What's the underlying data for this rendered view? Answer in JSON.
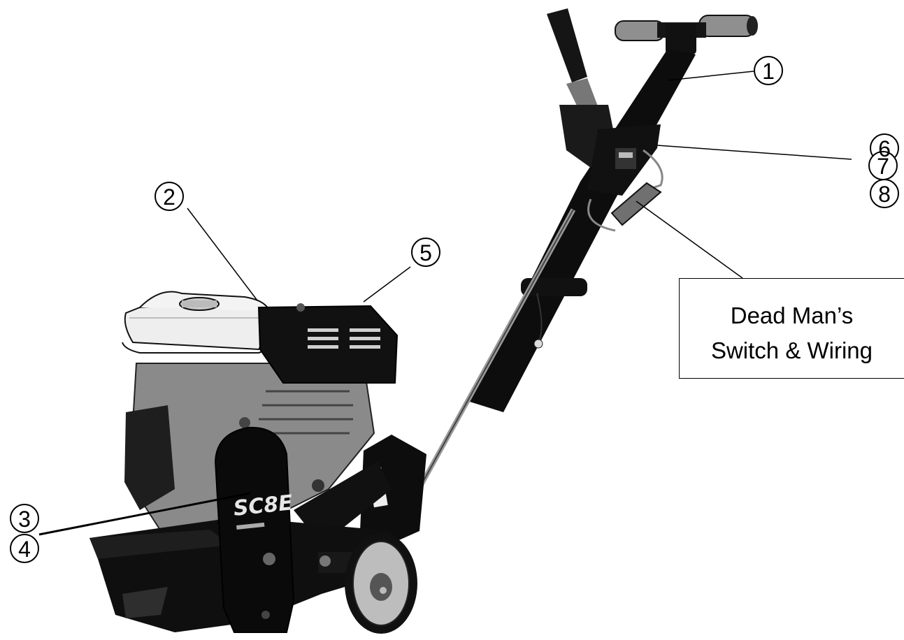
{
  "callouts": [
    {
      "label": "1",
      "part": "handle"
    },
    {
      "label": "2",
      "part": "engine-fuel-tank"
    },
    {
      "label": "3",
      "part": "belt-guard"
    },
    {
      "label": "4",
      "part": "belt-guard"
    },
    {
      "label": "5",
      "part": "engine-muffler"
    },
    {
      "label": "6",
      "part": "switch-box"
    },
    {
      "label": "7",
      "part": "switch-box"
    },
    {
      "label": "8",
      "part": "switch-box"
    }
  ],
  "note": {
    "line1": "Dead Man’s",
    "line2": "Switch & Wiring"
  },
  "machine": {
    "model_badge": "SC8E"
  },
  "colors": {
    "frame": "#0d0d0d",
    "tank": "#eeeeee",
    "engine_metal": "#9a9a9a",
    "grip": "#8f8f8f",
    "wheel": "#bdbdbd"
  }
}
